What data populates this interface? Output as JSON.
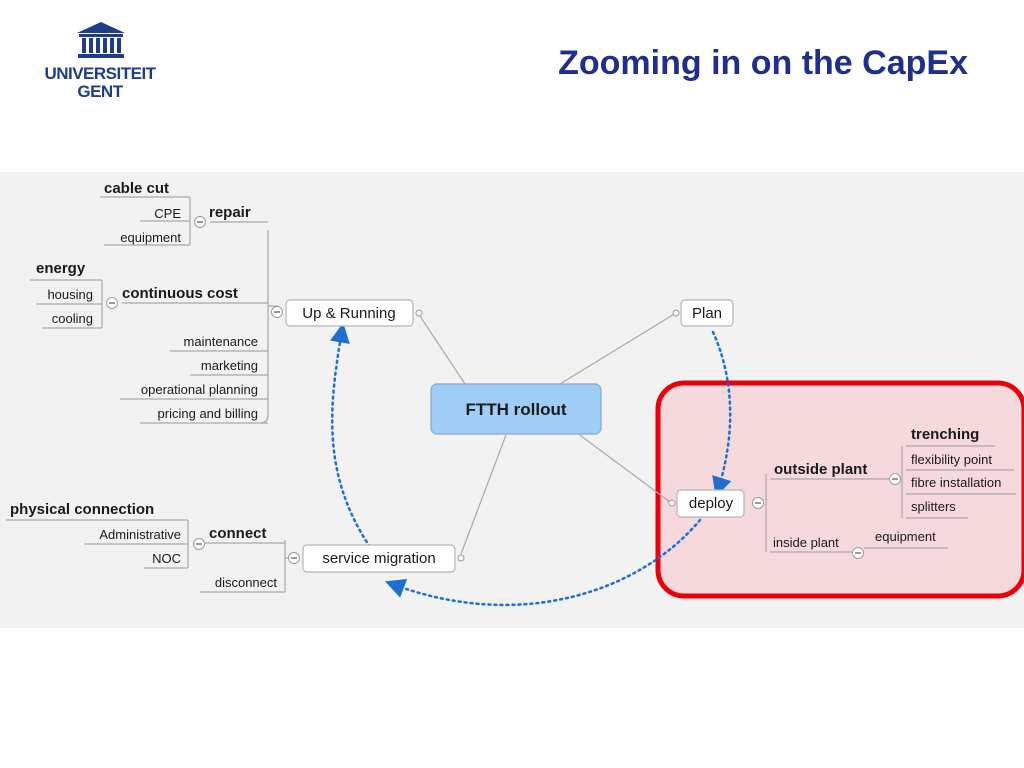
{
  "header": {
    "logo_line1": "UNIVERSITEIT",
    "logo_line2": "GENT",
    "title": "Zooming in on the CapEx"
  },
  "mindmap": {
    "center": "FTTH rollout",
    "up_running": "Up & Running",
    "plan": "Plan",
    "deploy": "deploy",
    "service_migration": "service migration",
    "repair": "repair",
    "cable_cut": "cable cut",
    "cpe": "CPE",
    "equipment_repair": "equipment",
    "continuous_cost": "continuous cost",
    "energy": "energy",
    "housing": "housing",
    "cooling": "cooling",
    "maintenance": "maintenance",
    "marketing": "marketing",
    "operational_planning": "operational planning",
    "pricing_billing": "pricing and billing",
    "connect": "connect",
    "physical_connection": "physical connection",
    "administrative": "Administrative",
    "noc": "NOC",
    "disconnect": "disconnect",
    "outside_plant": "outside plant",
    "trenching": "trenching",
    "flexibility_point": "flexibility point",
    "fibre_installation": "fibre installation",
    "splitters": "splitters",
    "inside_plant": "inside plant",
    "equipment_inside": "equipment"
  },
  "colors": {
    "highlight_border": "#e8000d",
    "highlight_fill": "#f6d9dc",
    "arrow": "#1f6fd0",
    "center_fill": "#9fcdf5"
  }
}
